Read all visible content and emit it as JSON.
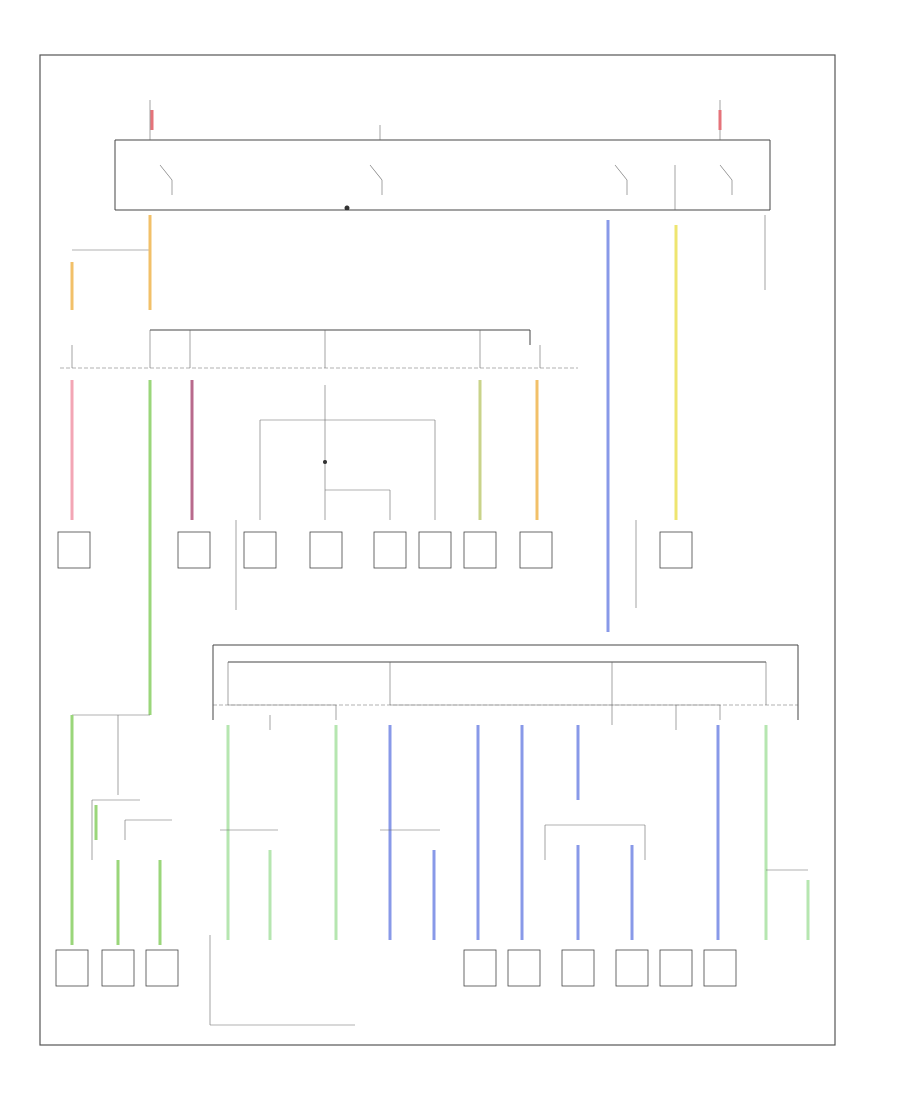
{
  "diagram": {
    "footer_text": "",
    "colors": {
      "red": "#e5737a",
      "pink": "#f3a6b5",
      "maroon": "#b86a8c",
      "green": "#9ad67a",
      "blue": "#8899e8",
      "yellow": "#eee570",
      "olive": "#c9d38a",
      "orange": "#f2c069",
      "lightgreen": "#b6e6b0",
      "black": "#333333"
    },
    "components": [
      {
        "id": "c1"
      },
      {
        "id": "c2"
      },
      {
        "id": "c3"
      },
      {
        "id": "c4"
      },
      {
        "id": "c5"
      },
      {
        "id": "c6"
      },
      {
        "id": "c7"
      },
      {
        "id": "c8"
      },
      {
        "id": "c9"
      },
      {
        "id": "c10"
      },
      {
        "id": "c11"
      },
      {
        "id": "c12"
      },
      {
        "id": "c13"
      },
      {
        "id": "c14"
      },
      {
        "id": "c15"
      },
      {
        "id": "c16"
      },
      {
        "id": "c17"
      },
      {
        "id": "c18"
      },
      {
        "id": "c19"
      },
      {
        "id": "c20"
      },
      {
        "id": "c21"
      },
      {
        "id": "c22"
      }
    ]
  }
}
